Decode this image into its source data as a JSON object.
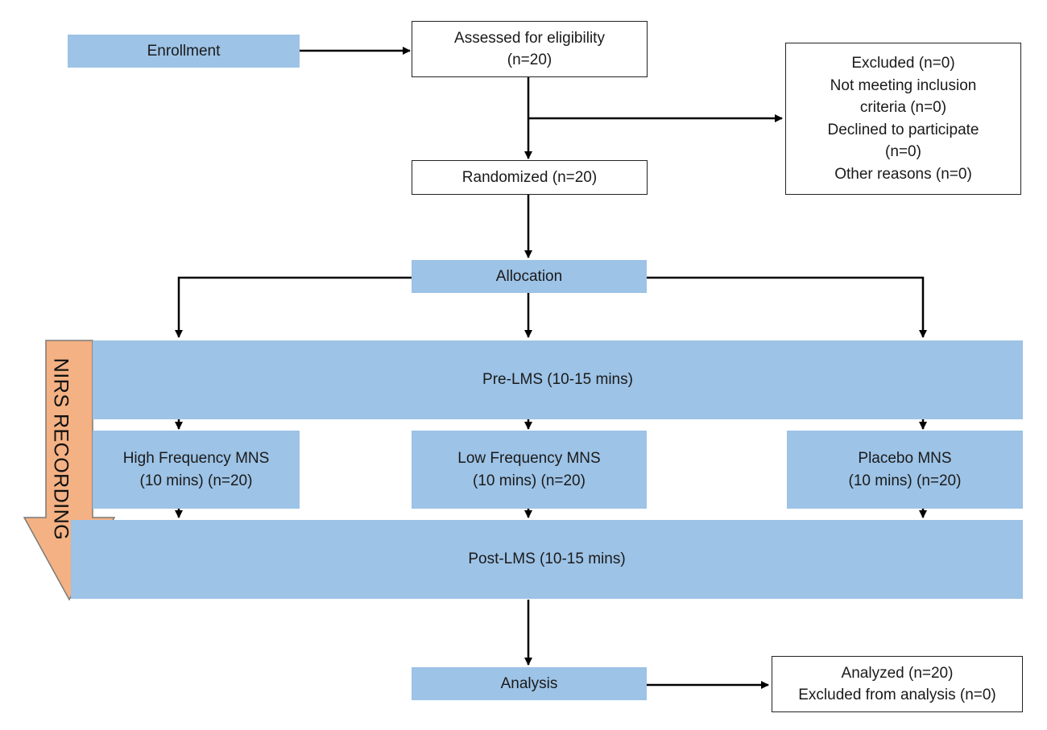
{
  "nodes": {
    "enrollment": "Enrollment",
    "assessed": [
      "Assessed for eligibility",
      "(n=20)"
    ],
    "excluded": [
      "Excluded (n=0)",
      "Not meeting inclusion",
      "criteria (n=0)",
      "Declined to participate",
      "(n=0)",
      "Other reasons (n=0)"
    ],
    "randomized": "Randomized (n=20)",
    "allocation": "Allocation",
    "pre_lms": "Pre-LMS (10-15 mins)",
    "high_freq": [
      "High Frequency MNS",
      "(10 mins) (n=20)"
    ],
    "low_freq": [
      "Low Frequency MNS",
      "(10 mins) (n=20)"
    ],
    "placebo": [
      "Placebo MNS",
      "(10 mins) (n=20)"
    ],
    "post_lms": "Post-LMS (10-15 mins)",
    "analysis": "Analysis",
    "analyzed": [
      "Analyzed (n=20)",
      "Excluded from analysis (n=0)"
    ],
    "side_arrow": "NIRS RECORDING"
  },
  "colors": {
    "box_blue": "#9dc3e6",
    "arrow_orange": "#f4b183",
    "line": "#000000"
  }
}
